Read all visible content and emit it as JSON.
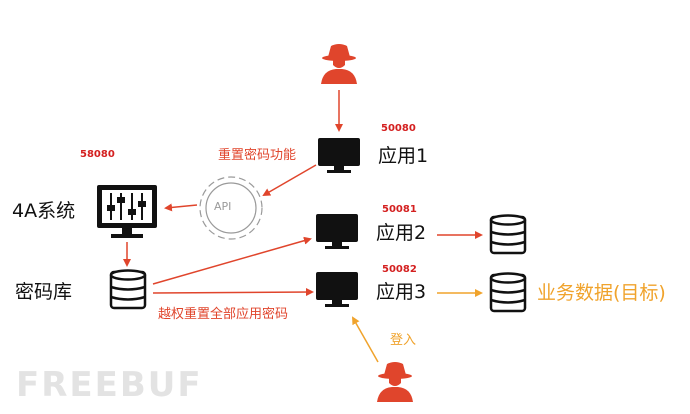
{
  "ports": {
    "system4a": "58080",
    "app1": "50080",
    "app2": "50081",
    "app3": "50082"
  },
  "labels": {
    "system4a": "4A系统",
    "db_password": "密码库",
    "app1": "应用1",
    "app2": "应用2",
    "app3": "应用3",
    "business_data": "业务数据(目标)",
    "api": "API"
  },
  "edges": {
    "reset_password": "重置密码功能",
    "unauthorized_reset": "越权重置全部应用密码",
    "login": "登入"
  },
  "watermark": "FREEBUF",
  "colors": {
    "attack_red": "#e0452c",
    "orange": "#f0a32c",
    "port_red": "#d42020",
    "icon_black": "#111111",
    "gear_gray": "#9a9a9a"
  },
  "icons": {
    "attacker_top": "hacker-icon",
    "attacker_bottom": "hacker-icon",
    "system4a": "control-panel-monitor-icon",
    "app_monitor": "monitor-icon",
    "database": "database-icon",
    "api": "gear-icon"
  }
}
